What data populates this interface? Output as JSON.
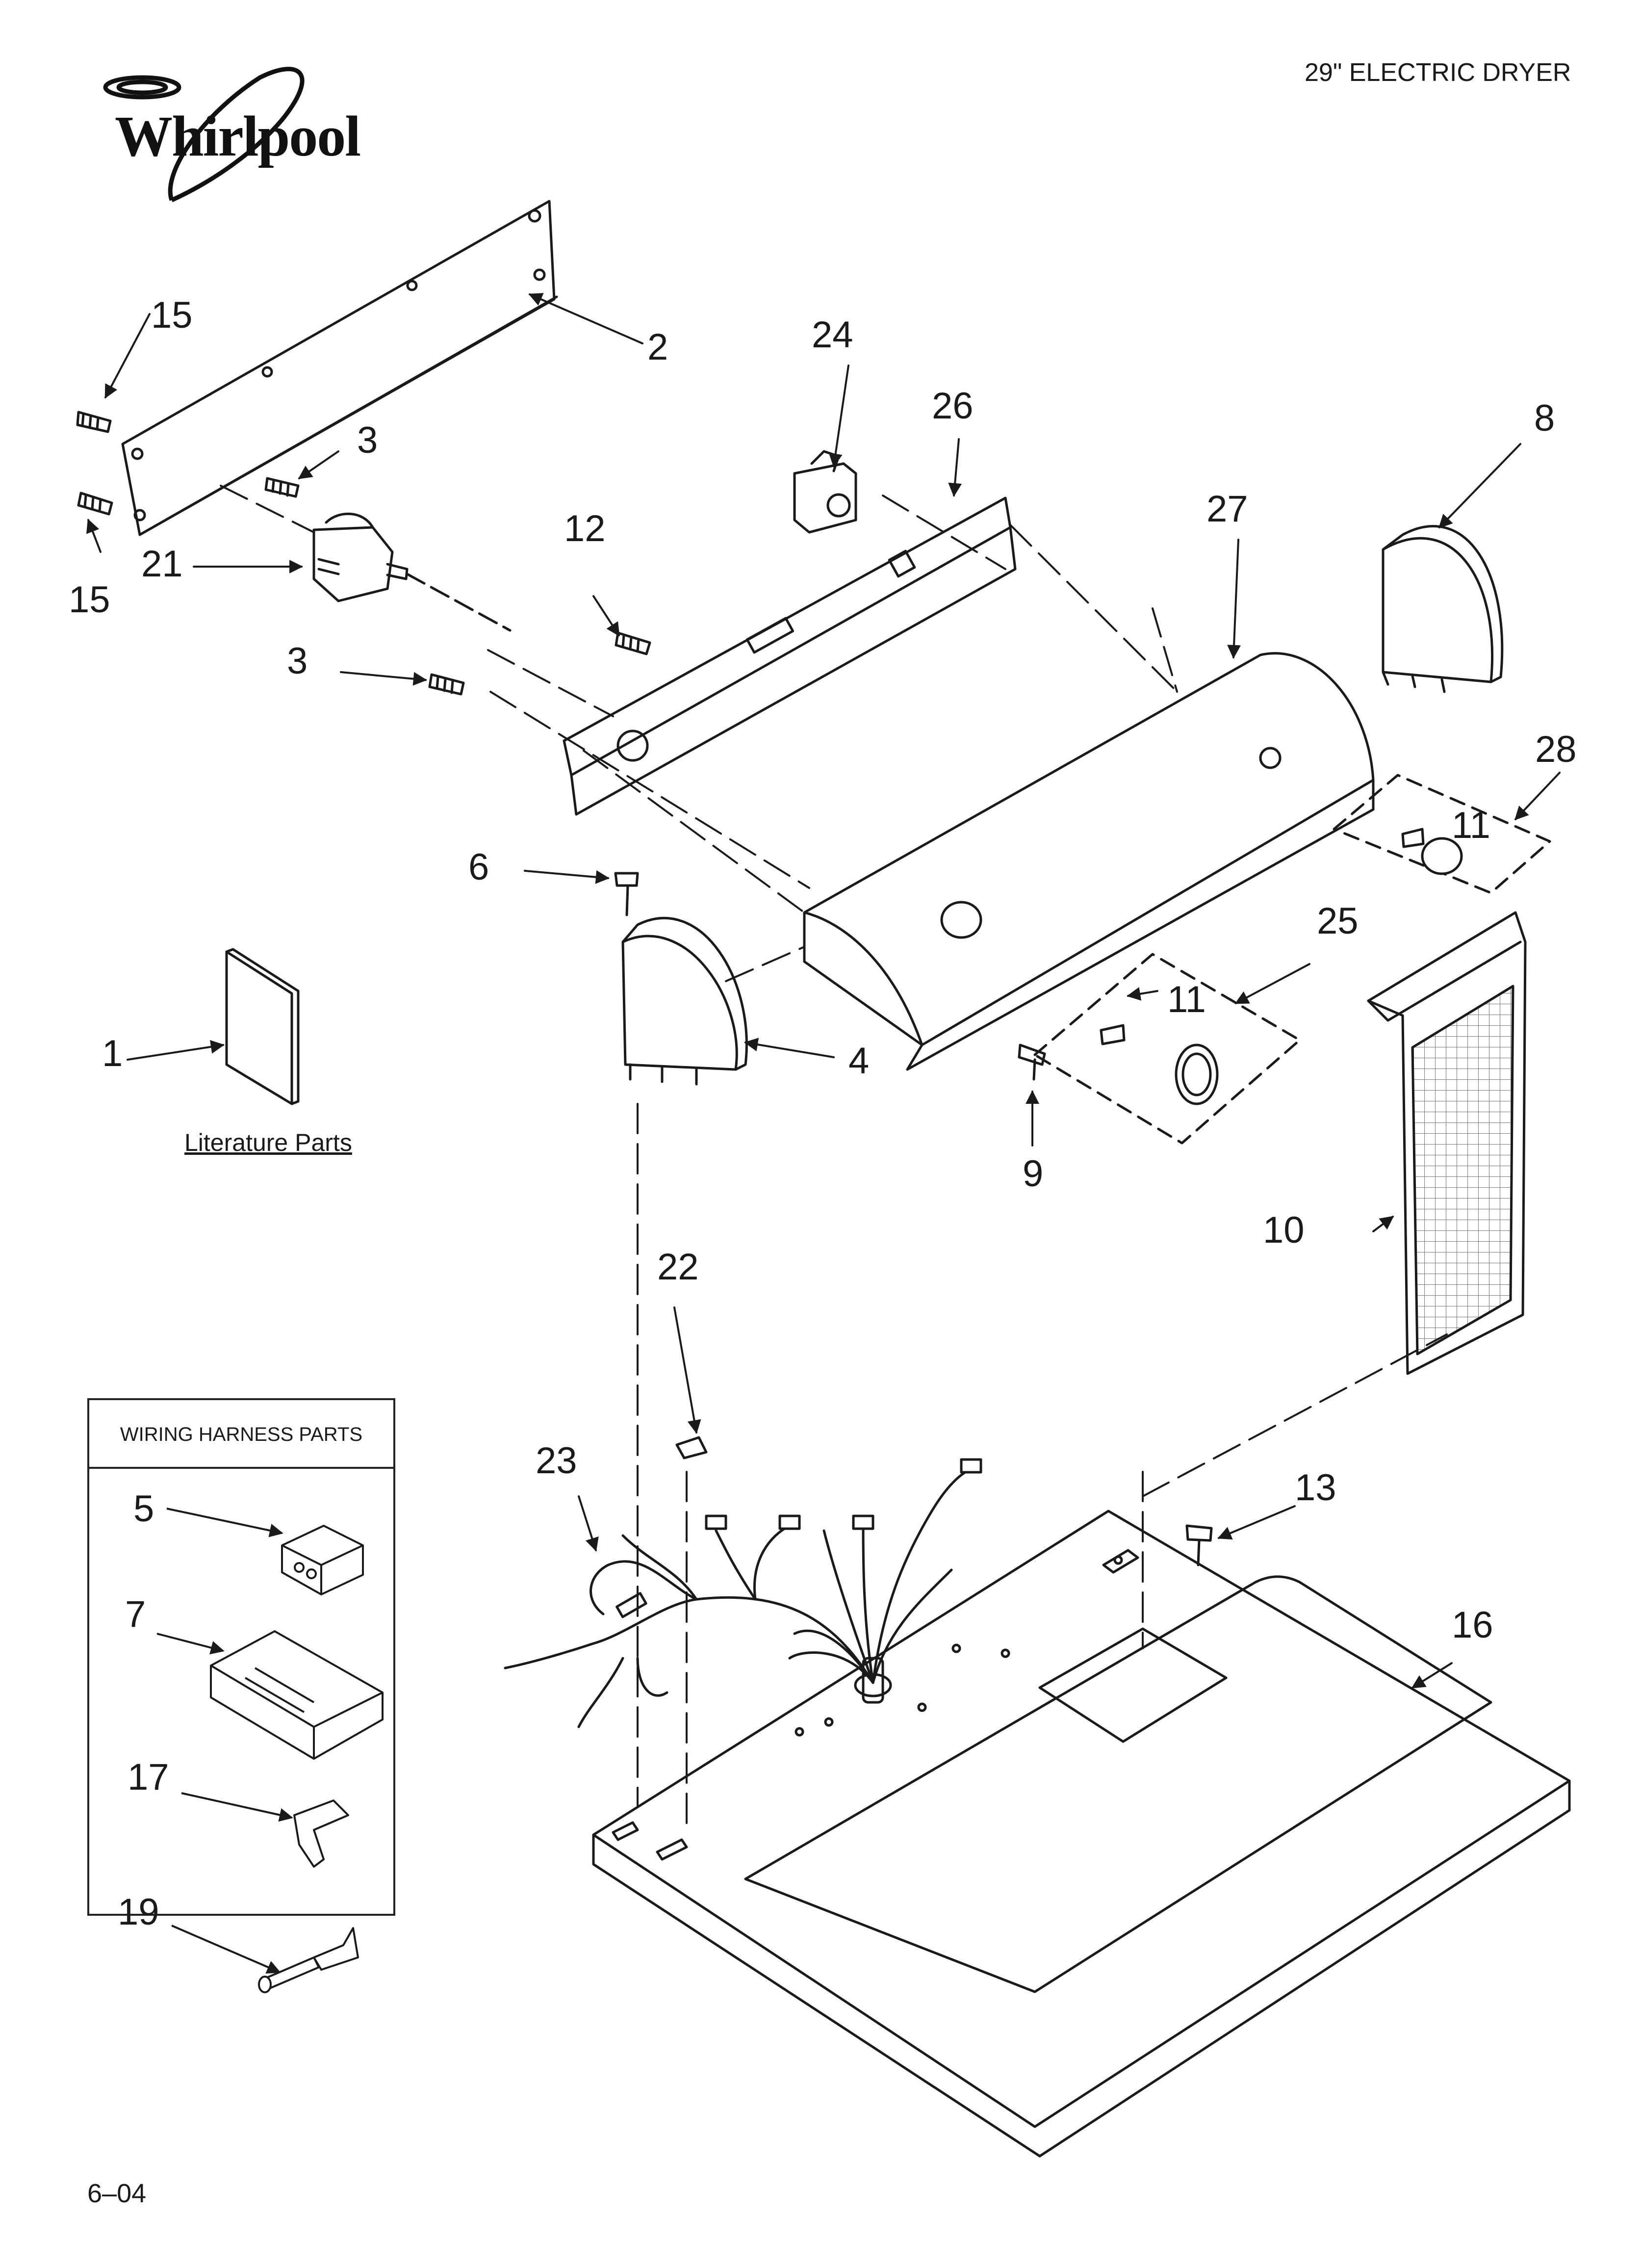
{
  "header": {
    "title": "29\" ELECTRIC DRYER"
  },
  "brand": {
    "logo_text": "Whirlpool"
  },
  "footer": {
    "date_code": "6–04"
  },
  "literature": {
    "label": "Literature Parts"
  },
  "harness_box": {
    "title": "WIRING HARNESS PARTS"
  },
  "callouts": {
    "c1": "1",
    "c2": "2",
    "c3a": "3",
    "c3b": "3",
    "c4": "4",
    "c5": "5",
    "c6": "6",
    "c7": "7",
    "c8": "8",
    "c9": "9",
    "c10": "10",
    "c11a": "11",
    "c11b": "11",
    "c12": "12",
    "c13": "13",
    "c15a": "15",
    "c15b": "15",
    "c16": "16",
    "c17": "17",
    "c19": "19",
    "c21": "21",
    "c22": "22",
    "c23": "23",
    "c24": "24",
    "c25": "25",
    "c26": "26",
    "c27": "27",
    "c28": "28"
  },
  "colors": {
    "ink": "#1a1a1a",
    "panel_fill": "#ffffff",
    "screen": "#9a9a9a"
  }
}
